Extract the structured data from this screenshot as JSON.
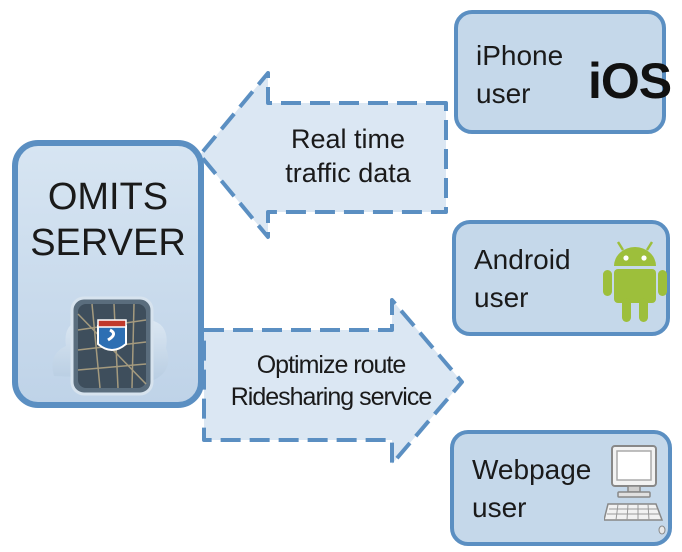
{
  "server": {
    "title_line1": "OMITS",
    "title_line2": "SERVER",
    "icon": "omits-app-icon"
  },
  "arrows": {
    "incoming": {
      "line1": "Real time",
      "line2": "traffic data",
      "direction": "left"
    },
    "outgoing": {
      "line1": "Optimize route",
      "line2": "Ridesharing service",
      "direction": "right"
    }
  },
  "clients": [
    {
      "line1": "iPhone",
      "line2": "user",
      "logo_text": "iOS",
      "icon": "ios-logo"
    },
    {
      "line1": "Android",
      "line2": "user",
      "icon": "android-robot-icon"
    },
    {
      "line1": "Webpage",
      "line2": "user",
      "icon": "computer-icon"
    }
  ],
  "colors": {
    "box_fill": "#c5d8ea",
    "box_border": "#5b8fc2",
    "arrow_fill": "#dbe7f3",
    "android_green": "#9dbf3b"
  }
}
